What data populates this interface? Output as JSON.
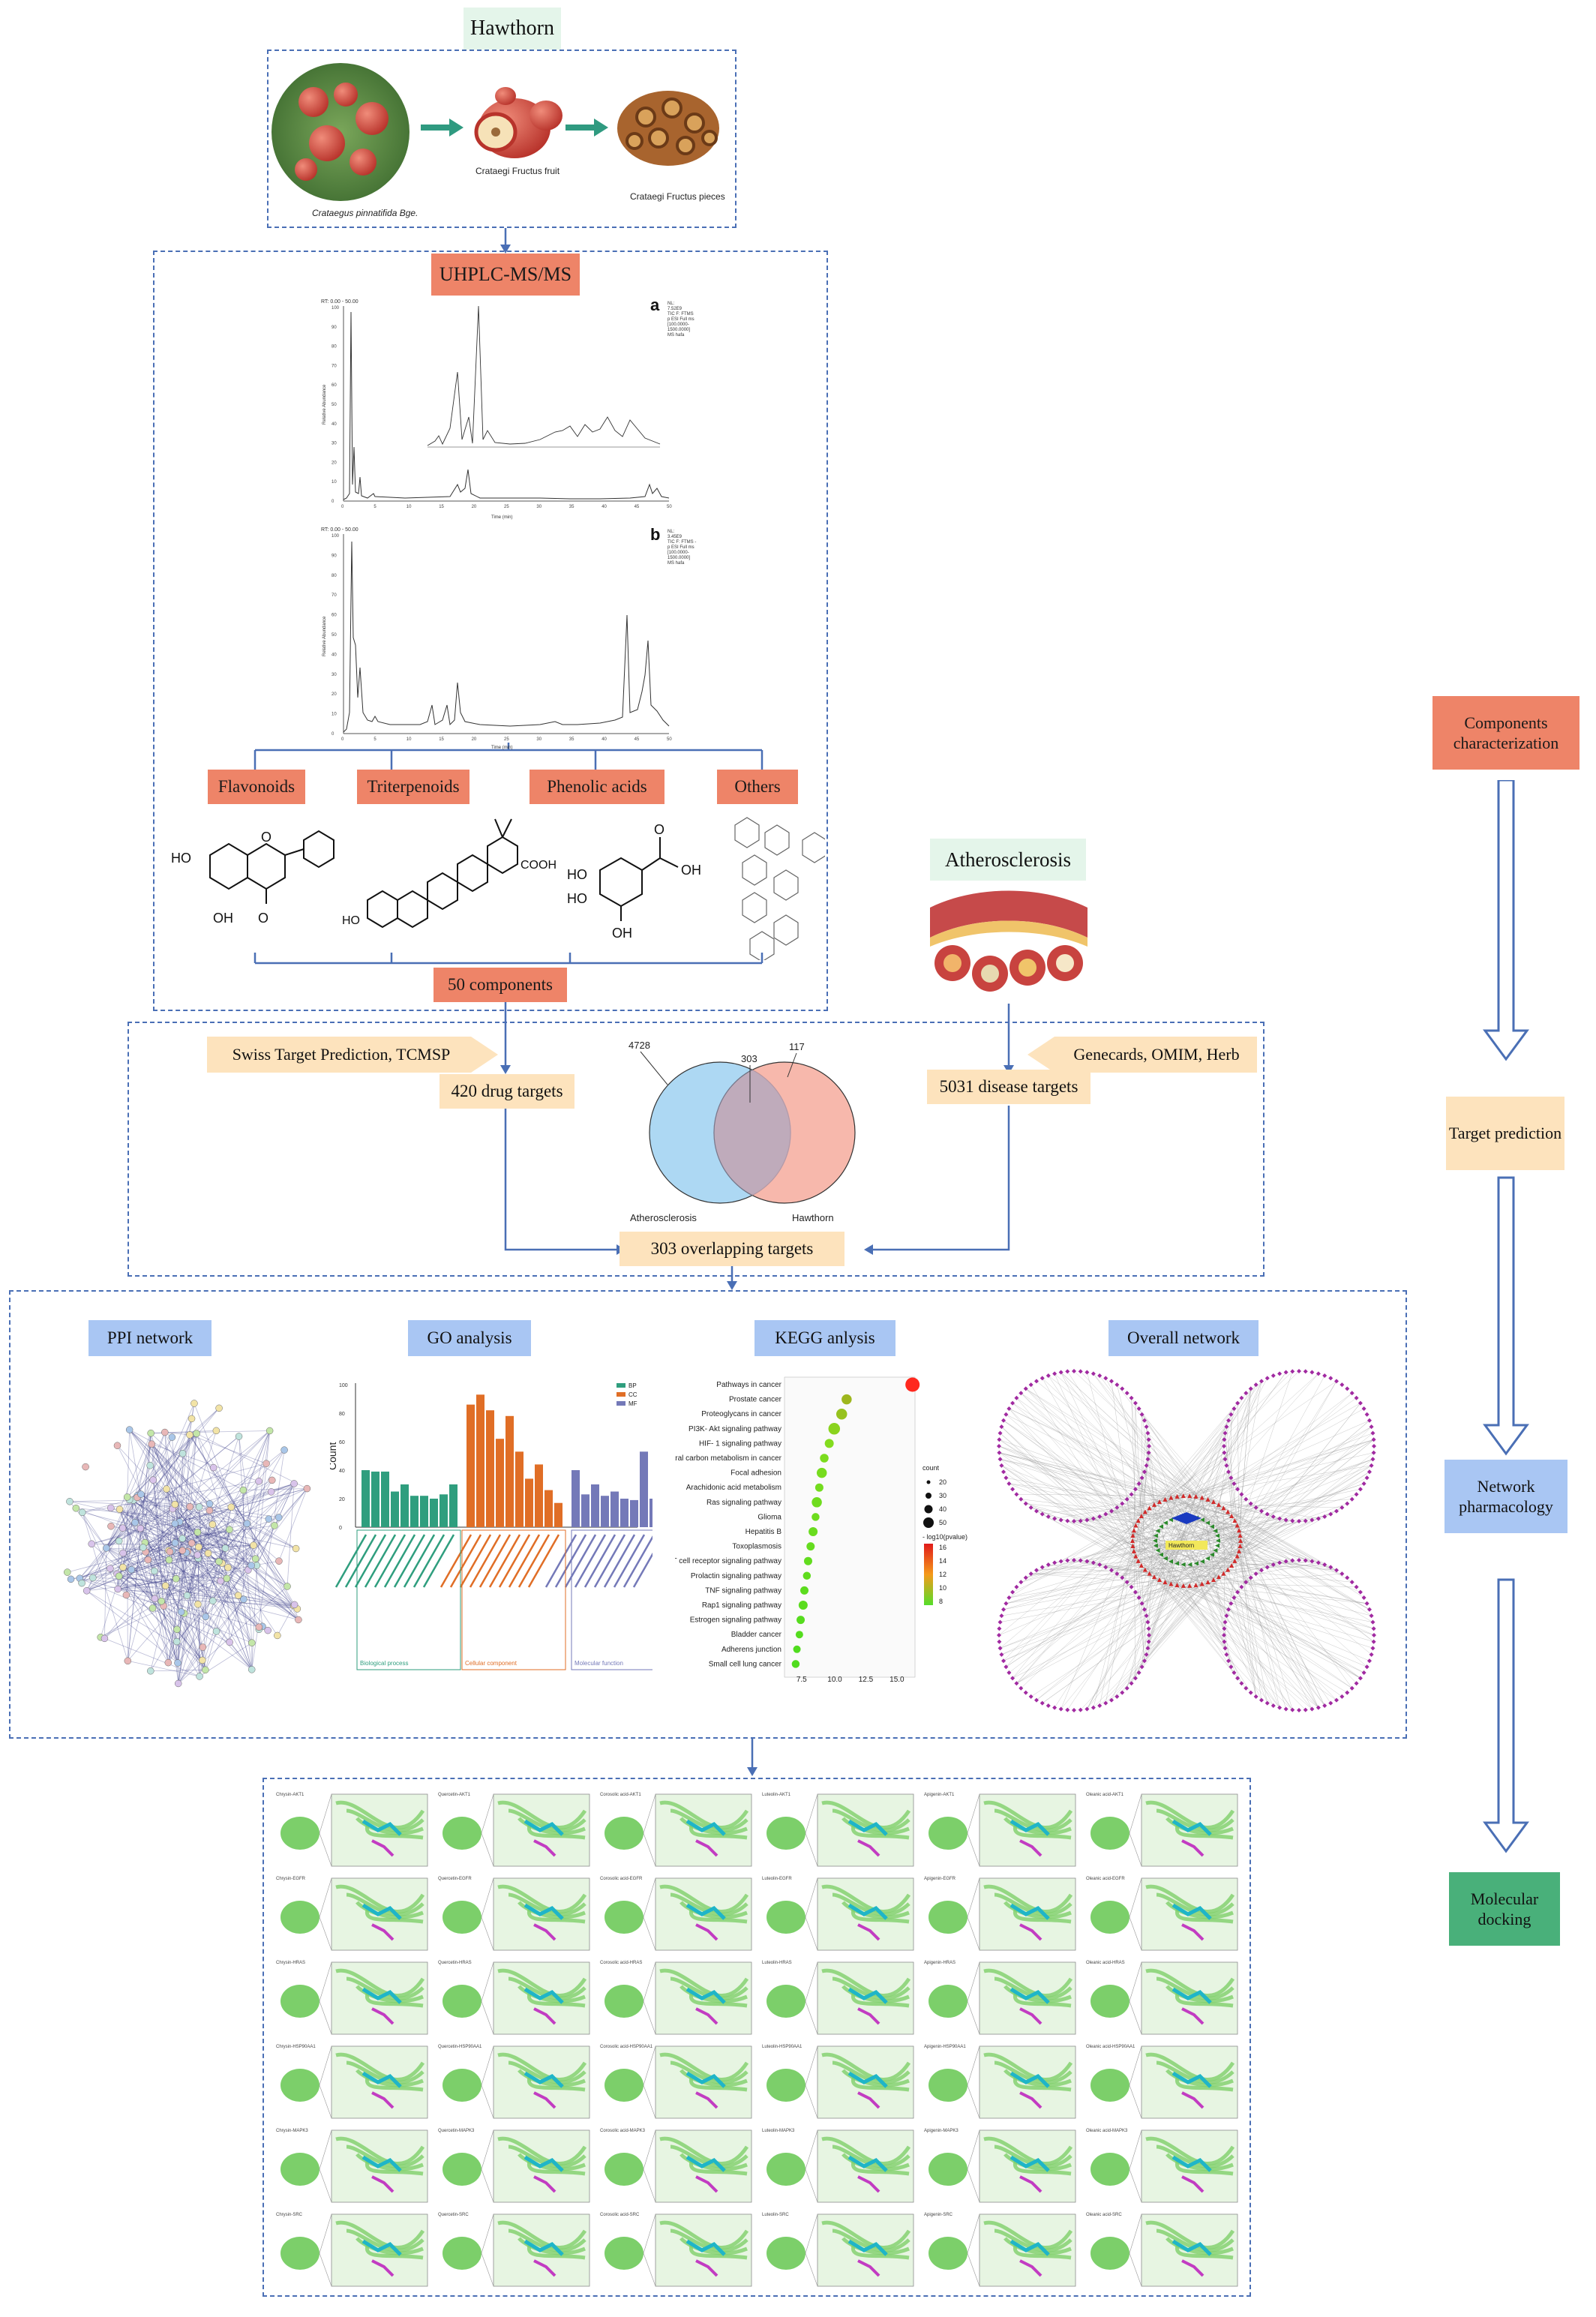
{
  "top": {
    "hawthorn_label": "Hawthorn",
    "caption_plant": "Crataegus pinnatifida Bge.",
    "caption_fruit": "Crataegi Fructus fruit",
    "caption_pieces": "Crataegi Fructus pieces"
  },
  "uhplc": {
    "title": "UHPLC-MS/MS",
    "panel_a": "a",
    "panel_b": "b",
    "y_label": "Relative Abundance",
    "x_label": "Time (min)",
    "rt_a": "RT: 0.00 - 50.00",
    "rt_b": "RT: 0.00 - 50.00",
    "x_ticks": [
      "0",
      "5",
      "10",
      "15",
      "20",
      "25",
      "30",
      "35",
      "40",
      "45",
      "50"
    ],
    "y_ticks": [
      "0",
      "10",
      "20",
      "30",
      "40",
      "50",
      "60",
      "70",
      "80",
      "90",
      "100"
    ],
    "info_a": [
      "NL:",
      "7.52E9",
      "TIC F: FTMS",
      "p ESI Full ms",
      "[100.0000-",
      "1500.0000]",
      "MS hafa"
    ],
    "info_b": [
      "NL:",
      "3.45E9",
      "TIC F: FTMS -",
      "p ESI Full ms",
      "[100.0000-",
      "1500.0000]",
      "MS hafa"
    ]
  },
  "categories": [
    "Flavonoids",
    "Triterpenoids",
    "Phenolic acids",
    "Others"
  ],
  "components_label": "50 components",
  "atherosclerosis_label": "Atherosclerosis",
  "prediction": {
    "left_source": "Swiss Target Prediction, TCMSP",
    "right_source": "Genecards, OMIM, Herb",
    "drug_targets": "420 drug targets",
    "disease_targets": "5031 disease targets",
    "overlap": "303 overlapping targets",
    "venn": {
      "left_count": "4728",
      "mid_count": "303",
      "right_count": "117",
      "left_name": "Atherosclerosis",
      "right_name": "Hawthorn"
    }
  },
  "network": {
    "ppi": "PPI network",
    "go": "GO analysis",
    "kegg": "KEGG anlysis",
    "overall": "Overall network",
    "go_chart": {
      "ylabel": "Count",
      "legend": [
        "BP",
        "CC",
        "MF"
      ],
      "groups": [
        "Biological process",
        "Cellular component",
        "Molecular function"
      ],
      "y_ticks": [
        "0",
        "20",
        "40",
        "60",
        "80",
        "100"
      ],
      "colors": {
        "BP": "#2f9e7e",
        "CC": "#e06e26",
        "MF": "#7479b8"
      }
    },
    "kegg_chart": {
      "pathways": [
        "Pathways in cancer",
        "Prostate cancer",
        "Proteoglycans in cancer",
        "PI3K- Akt signaling pathway",
        "HIF- 1 signaling pathway",
        "Central carbon metabolism in cancer",
        "Focal adhesion",
        "Arachidonic acid metabolism",
        "Ras signaling pathway",
        "Glioma",
        "Hepatitis B",
        "Toxoplasmosis",
        "T cell receptor signaling pathway",
        "Prolactin signaling pathway",
        "TNF signaling pathway",
        "Rap1 signaling pathway",
        "Estrogen signaling pathway",
        "Bladder cancer",
        "Adherens junction",
        "Small cell lung cancer"
      ],
      "x_ticks": [
        "7.5",
        "10.0",
        "12.5",
        "15.0"
      ],
      "count_title": "count",
      "count_values": [
        "20",
        "30",
        "40",
        "50"
      ],
      "pvalue_title": "- log10(pvalue)",
      "pvalue_ticks": [
        "16",
        "14",
        "12",
        "10",
        "8"
      ]
    },
    "overall_center": "Hawthorn"
  },
  "sidebar": [
    "Components characterization",
    "Target prediction",
    "Network pharmacology",
    "Molecular docking"
  ],
  "docking": {
    "ligands": [
      "Chrysin",
      "Quercetin",
      "Corosolic acid",
      "Luteolin",
      "Apigenin",
      "Oleanic acid"
    ],
    "targets": [
      "AKT1",
      "EGFR",
      "HRAS",
      "HSP90AA1",
      "MAPK3",
      "SRC"
    ]
  },
  "chart_data": [
    {
      "type": "bar",
      "title": "GO analysis",
      "ylabel": "Count",
      "ylim": [
        0,
        100
      ],
      "series": [
        {
          "name": "BP",
          "values": [
            40,
            39,
            39,
            25,
            30,
            22,
            22,
            20,
            23,
            30
          ]
        },
        {
          "name": "CC",
          "values": [
            86,
            93,
            82,
            62,
            78,
            53,
            34,
            44,
            26,
            17
          ]
        },
        {
          "name": "MF",
          "values": [
            40,
            23,
            30,
            22,
            25,
            20,
            19,
            53,
            20,
            14
          ]
        }
      ]
    },
    {
      "type": "scatter",
      "title": "KEGG anlysis",
      "categories": [
        "Pathways in cancer",
        "Prostate cancer",
        "Proteoglycans in cancer",
        "PI3K- Akt signaling pathway",
        "HIF- 1 signaling pathway",
        "Central carbon metabolism in cancer",
        "Focal adhesion",
        "Arachidonic acid metabolism",
        "Ras signaling pathway",
        "Glioma",
        "Hepatitis B",
        "Toxoplasmosis",
        "T cell receptor signaling pathway",
        "Prolactin signaling pathway",
        "TNF signaling pathway",
        "Rap1 signaling pathway",
        "Estrogen signaling pathway",
        "Bladder cancer",
        "Adherens junction",
        "Small cell lung cancer"
      ],
      "x": [
        16.3,
        11.0,
        10.6,
        10.0,
        9.6,
        9.2,
        9.0,
        8.8,
        8.6,
        8.5,
        8.3,
        8.1,
        7.9,
        7.8,
        7.6,
        7.5,
        7.3,
        7.2,
        7.0,
        6.9
      ],
      "neg_log10_pvalue": [
        16.3,
        11.0,
        10.6,
        10.0,
        9.6,
        9.2,
        9.0,
        8.8,
        8.6,
        8.5,
        8.3,
        8.1,
        7.9,
        7.8,
        7.6,
        7.5,
        7.3,
        7.2,
        7.0,
        6.9
      ],
      "count": [
        52,
        30,
        34,
        38,
        24,
        22,
        30,
        20,
        30,
        18,
        24,
        20,
        20,
        18,
        20,
        24,
        20,
        16,
        16,
        18
      ],
      "xlim": [
        6,
        16.5
      ]
    }
  ]
}
